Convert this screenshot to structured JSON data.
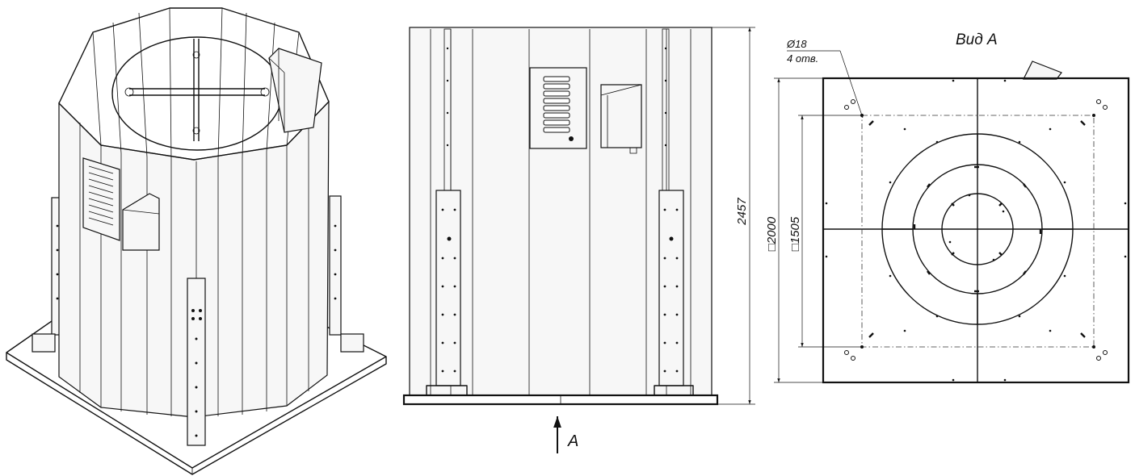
{
  "views": {
    "front": {
      "arrow_label": "A"
    },
    "view_a": {
      "title": "Вид A",
      "hole_diameter": "Ø18",
      "hole_count": "4 отв.",
      "outer_size": "□2000",
      "bolt_size": "□1505"
    }
  },
  "dimensions": {
    "height": "2457"
  }
}
